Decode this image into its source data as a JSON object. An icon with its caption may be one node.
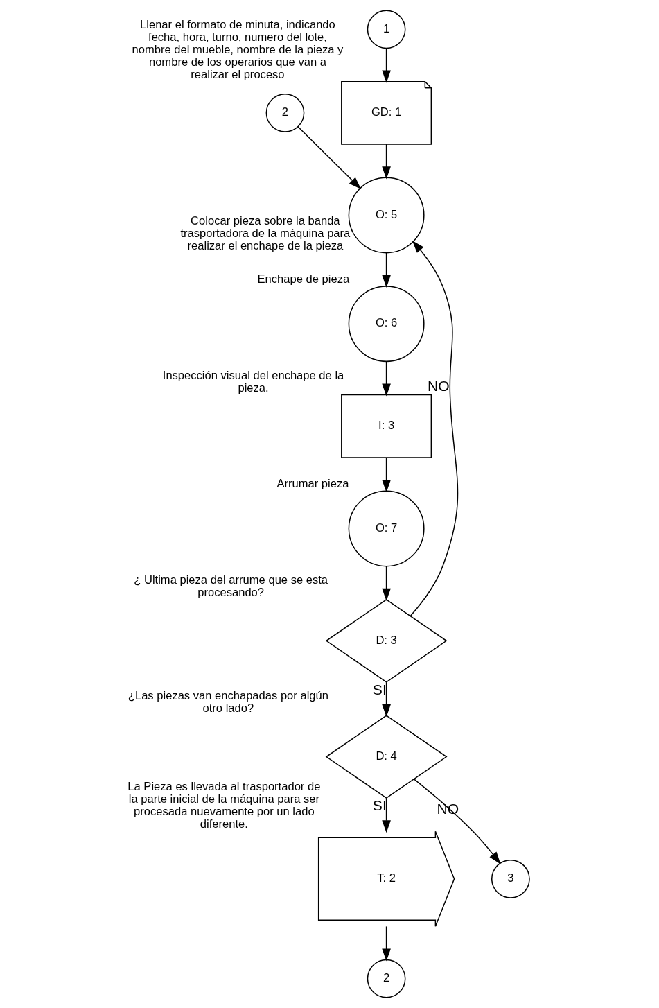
{
  "diagram": {
    "nodes": [
      {
        "text": [
          "1"
        ]
      },
      {
        "text": [
          "GD: 1"
        ],
        "beside": [
          "Llenar el formato de minuta, indicando fecha, hora, turno, numero del lote, nombre del mueble, nombre de la pieza y nombre de los operarios que van a realizar el proceso"
        ]
      },
      {
        "text": [
          "2"
        ]
      },
      {
        "text": [
          "O: 5"
        ],
        "beside": [
          "Colocar pieza sobre la banda trasportadora de la máquina para realizar el enchape de la pieza"
        ]
      },
      {
        "text": [
          "O: 6"
        ],
        "beside": [
          "Enchape de pieza"
        ]
      },
      {
        "text": [
          "I: 3"
        ],
        "beside": [
          "Inspección visual del enchape de la pieza."
        ]
      },
      {
        "text": [
          "O: 7"
        ],
        "beside": [
          "Arrumar pieza"
        ]
      },
      {
        "text": [
          "D: 3"
        ],
        "beside": [
          "¿ Ultima pieza del arrume que se esta procesando?"
        ]
      },
      {
        "text": [
          "D: 4"
        ],
        "beside": [
          "¿Las piezas van enchapadas por algún otro lado?"
        ]
      },
      {
        "text": [
          "T: 2"
        ],
        "beside": [
          "La Pieza es llevada al trasportador de la parte inicial de la máquina para ser procesada nuevamente por un lado diferente."
        ]
      },
      {
        "text": [
          "2"
        ]
      },
      {
        "text": [
          "3"
        ]
      }
    ],
    "edges": [
      {
        "from": 0,
        "to": 1,
        "arrow": "to"
      },
      {
        "from": 1,
        "to": 3,
        "arrow": "to"
      },
      {
        "from": 2,
        "to": 3,
        "arrow": "to"
      },
      {
        "from": 7,
        "to": 3,
        "arrow": "to",
        "label": "NO"
      },
      {
        "from": 3,
        "to": 4,
        "arrow": "to"
      },
      {
        "from": 4,
        "to": 5,
        "arrow": "to"
      },
      {
        "from": 5,
        "to": 6,
        "arrow": "to"
      },
      {
        "from": 6,
        "to": 7,
        "arrow": "to"
      },
      {
        "from": 7,
        "to": 8,
        "arrow": "to",
        "label": "SI"
      },
      {
        "from": 8,
        "to": 11,
        "arrow": "to",
        "label": "NO"
      },
      {
        "from": 8,
        "to": 9,
        "arrow": "to",
        "label": "SI"
      },
      {
        "from": 9,
        "to": 10,
        "arrow": "to"
      }
    ]
  }
}
